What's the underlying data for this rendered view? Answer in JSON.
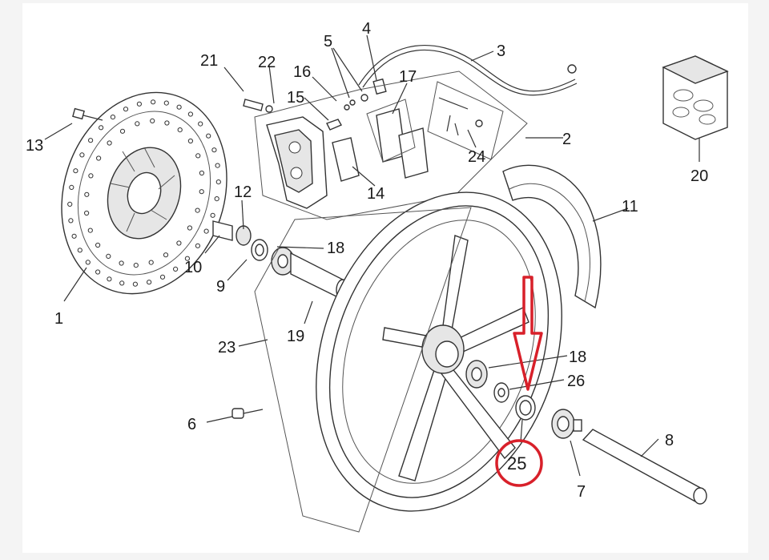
{
  "callouts": [
    {
      "id": "1",
      "text": "1"
    },
    {
      "id": "2",
      "text": "2"
    },
    {
      "id": "3",
      "text": "3"
    },
    {
      "id": "4",
      "text": "4"
    },
    {
      "id": "5",
      "text": "5"
    },
    {
      "id": "6",
      "text": "6"
    },
    {
      "id": "7",
      "text": "7"
    },
    {
      "id": "8",
      "text": "8"
    },
    {
      "id": "9",
      "text": "9"
    },
    {
      "id": "10",
      "text": "10"
    },
    {
      "id": "11",
      "text": "11"
    },
    {
      "id": "12",
      "text": "12"
    },
    {
      "id": "13",
      "text": "13"
    },
    {
      "id": "14",
      "text": "14"
    },
    {
      "id": "15",
      "text": "15"
    },
    {
      "id": "16",
      "text": "16"
    },
    {
      "id": "17",
      "text": "17"
    },
    {
      "id": "18a",
      "text": "18"
    },
    {
      "id": "18b",
      "text": "18"
    },
    {
      "id": "19",
      "text": "19"
    },
    {
      "id": "20",
      "text": "20"
    },
    {
      "id": "21",
      "text": "21"
    },
    {
      "id": "22",
      "text": "22"
    },
    {
      "id": "23",
      "text": "23"
    },
    {
      "id": "24",
      "text": "24"
    },
    {
      "id": "25",
      "text": "25"
    },
    {
      "id": "26",
      "text": "26"
    }
  ],
  "highlight": {
    "part": "25",
    "color": "#d8202a"
  },
  "colors": {
    "ink": "#333333",
    "background": "#ffffff",
    "frame": "#f4f4f4"
  }
}
